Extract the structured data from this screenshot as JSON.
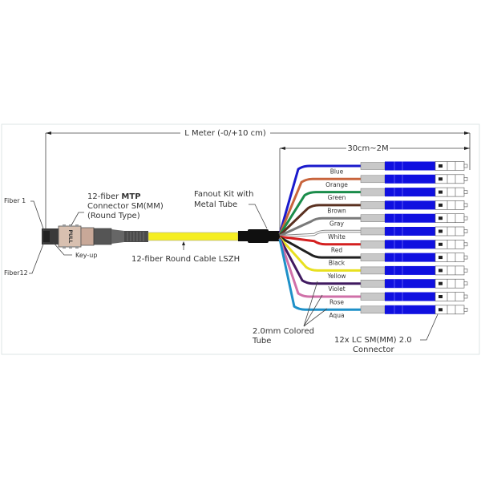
{
  "diagram": {
    "title": "12-fiber MTP to 12x LC Fanout Cable Assembly",
    "dimension_total": "L  Meter (-0/+10 cm)",
    "dimension_fanout": "30cm~2M",
    "labels": {
      "fiber1": "Fiber 1",
      "fiber12": "Fiber12",
      "mtp_line1_prefix": "12-fiber ",
      "mtp_line1_bold": "MTP",
      "mtp_line2": "Connector SM(MM)",
      "mtp_line3": "(Round Type)",
      "key_up": "Key-up",
      "pull": "PULL",
      "cable": "12-fiber Round Cable LSZH",
      "fanout_line1": "Fanout Kit with",
      "fanout_line2": "Metal Tube",
      "tube_line1": "2.0mm Colored",
      "tube_line2": "Tube",
      "lc_line1": "12x LC SM(MM) 2.0",
      "lc_line2": "Connector"
    },
    "fibers": [
      {
        "name": "Blue",
        "color": "#1a1acc"
      },
      {
        "name": "Orange",
        "color": "#c8643c"
      },
      {
        "name": "Green",
        "color": "#1a8c4a"
      },
      {
        "name": "Brown",
        "color": "#5a3020"
      },
      {
        "name": "Gray",
        "color": "#7a7a7a"
      },
      {
        "name": "White",
        "color": "#d8d8d8"
      },
      {
        "name": "Red",
        "color": "#d42020"
      },
      {
        "name": "Black",
        "color": "#202020"
      },
      {
        "name": "Yellow",
        "color": "#e8e020"
      },
      {
        "name": "Violet",
        "color": "#401a60"
      },
      {
        "name": "Rose",
        "color": "#d070a8"
      },
      {
        "name": "Aqua",
        "color": "#1e90c8"
      }
    ],
    "colors": {
      "cable": "#f5ee22",
      "lc_body": "#1010e0",
      "boot": "#c8c8c8",
      "mtp_housing": "#d8c0b0",
      "mtp_body": "#505050",
      "fanout": "#101010"
    }
  }
}
